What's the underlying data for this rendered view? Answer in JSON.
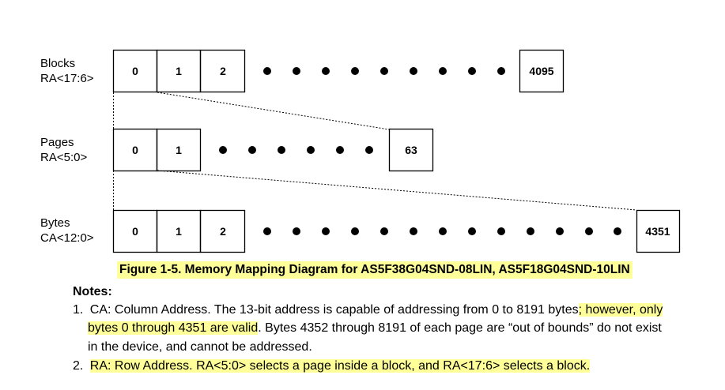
{
  "rows": [
    {
      "label_line1": "Blocks",
      "label_line2": "RA<17:6>",
      "cells": [
        "0",
        "1",
        "2"
      ],
      "last": "4095"
    },
    {
      "label_line1": "Pages",
      "label_line2": "RA<5:0>",
      "cells": [
        "0",
        "1"
      ],
      "last": "63"
    },
    {
      "label_line1": "Bytes",
      "label_line2": "CA<12:0>",
      "cells": [
        "0",
        "1",
        "2"
      ],
      "last": "4351"
    }
  ],
  "caption": "Figure 1-5. Memory Mapping Diagram for AS5F38G04SND-08LIN, AS5F18G04SND-10LIN",
  "notes": {
    "title": "Notes:",
    "note1": {
      "num": "1.",
      "l1a": "CA: Column Address. The 13-bit address is capable of addressing from 0 to 8191 bytes",
      "l1b": "; however, only",
      "l2a": "bytes 0 through 4351 are valid",
      "l2b": ". Bytes 4352 through 8191 of each page are “out of bounds” do not exist",
      "l3": "in the device, and cannot be addressed."
    },
    "note2": {
      "num": "2.",
      "text": "RA: Row Address. RA<5:0> selects a page inside a block, and RA<17:6> selects a block."
    }
  },
  "colors": {
    "highlight": "#ffff99",
    "line": "#000000"
  }
}
